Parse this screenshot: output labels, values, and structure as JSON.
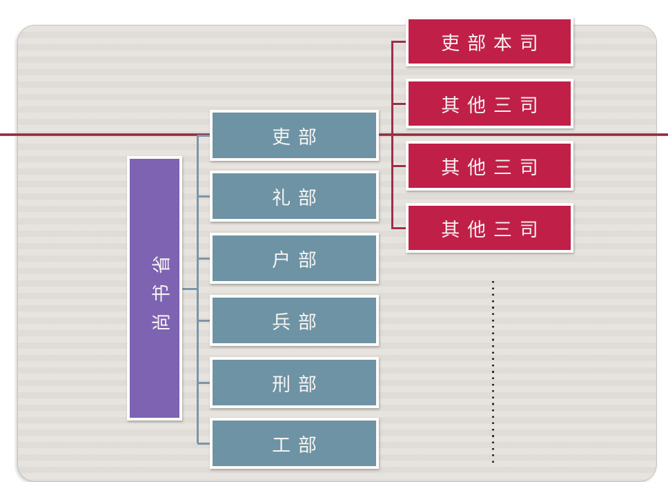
{
  "diagram": {
    "title_hint": "尚书省六部职官结构图",
    "root": {
      "label": "尚书省",
      "color": "#7e63b2",
      "text_orientation": "rotated-90-ccw"
    },
    "ministries": [
      {
        "label": "吏部"
      },
      {
        "label": "礼部"
      },
      {
        "label": "户部"
      },
      {
        "label": "兵部"
      },
      {
        "label": "刑部"
      },
      {
        "label": "工部"
      }
    ],
    "ministry_color": "#6d93a4",
    "sub_departments": [
      {
        "label": "吏部本司"
      },
      {
        "label": "其他三司"
      },
      {
        "label": "其他三司"
      },
      {
        "label": "其他三司"
      }
    ],
    "sub_department_color": "#c01f48",
    "sub_parent": "吏部",
    "connector_color": "#7b95a8",
    "bracket_color": "#9c2f48",
    "divider_line_color": "#97293c",
    "card_background": "#e5e2dd",
    "page_background": "#ffffff",
    "text_color": "#f7f3f2",
    "continuation": "vertical dotted ellipsis line"
  }
}
